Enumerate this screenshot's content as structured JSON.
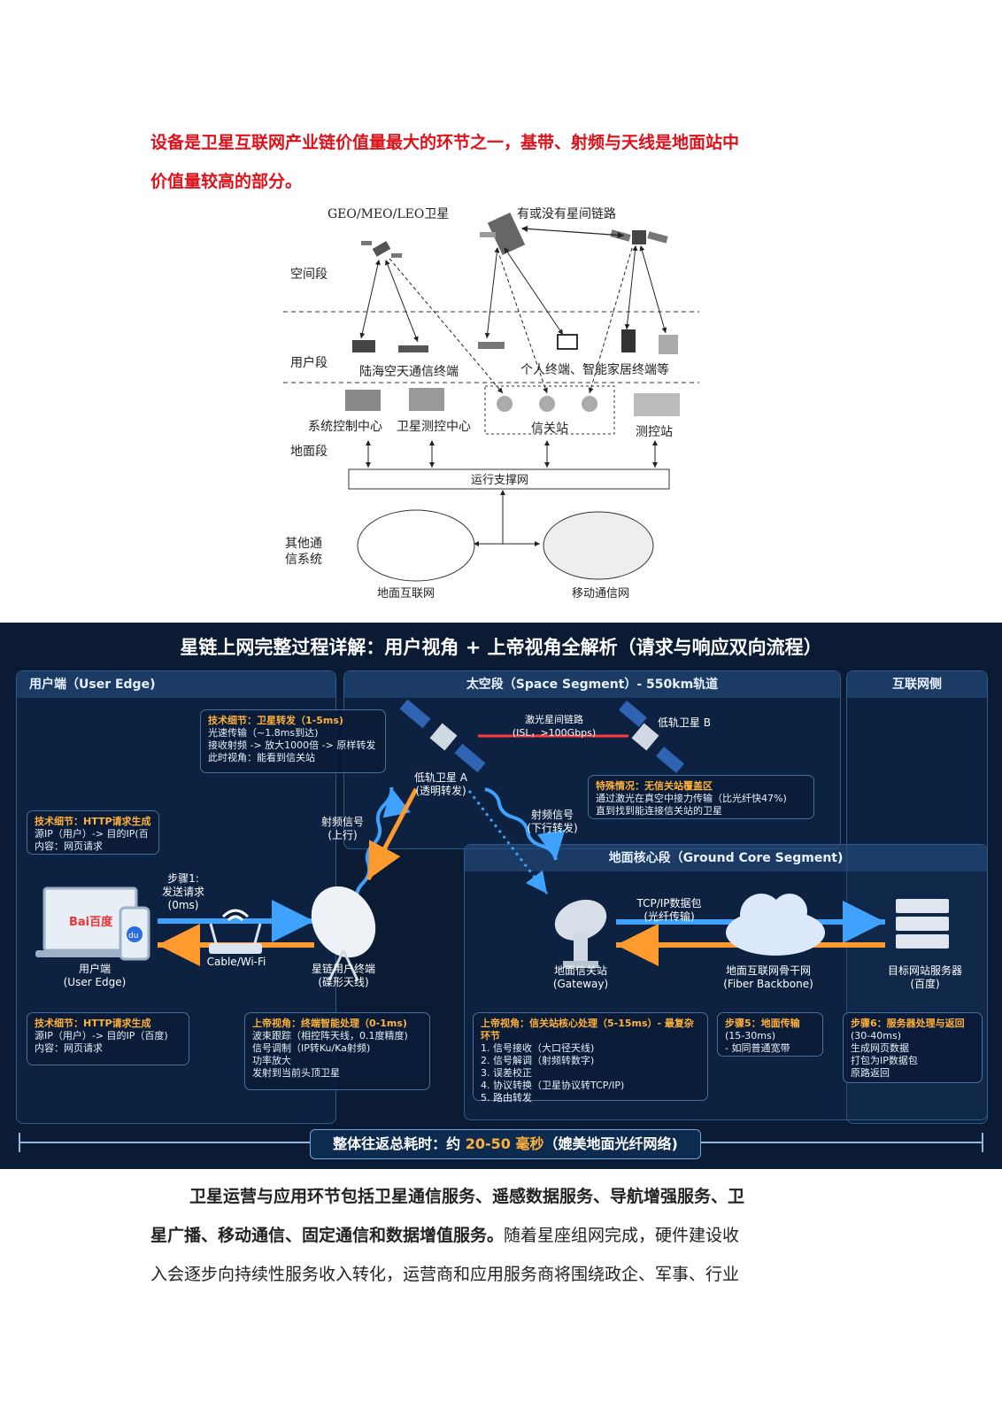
{
  "intro": {
    "line1": "设备是卫星互联网产业链价值量最大的环节之一，基带、射频与天线是地面站中",
    "line2": "价值量较高的部分。"
  },
  "diagram1": {
    "sat_title": "GEO/MEO/LEO卫星",
    "isl_label": "有或没有星间链路",
    "space": "空间段",
    "user": "用户段",
    "ground": "地面段",
    "terminals1": "陆海空天通信终端",
    "terminals2": "个人终端、智能家居终端等",
    "control": "系统控制中心",
    "tt": "卫星测控中心",
    "gateway": "信关站",
    "tracking": "测控站",
    "network": "运行支撑网",
    "other1": "其他通",
    "other2": "信系统",
    "internet": "地面互联网",
    "mobile": "移动通信网"
  },
  "panel": {
    "title": "星链上网完整过程详解：用户视角 + 上帝视角全解析（请求与响应双向流程）",
    "zones": {
      "user": "用户端（User Edge)",
      "space": "太空段（Space Segment）- 550km轨道",
      "internet": "互联网侧",
      "ground": "地面核心段（Ground Core Segment)"
    },
    "sat_a": {
      "l1": "低轨卫星 A",
      "l2": "(透明转发)"
    },
    "sat_b": "低轨卫星 B",
    "laser": {
      "l1": "激光星间链路",
      "l2": "(ISL，>100Gbps)"
    },
    "note_sat": {
      "h": "技术细节：卫星转发（1-5ms)",
      "l1": "光速传输（~1.8ms到达)",
      "l2": "接收射频 -> 放大1000倍 -> 原样转发",
      "l3": "此时视角：能看到信关站"
    },
    "note_special": {
      "h": "特殊情况：无信关站覆盖区",
      "l1": "通过激光在真空中接力传输（比光纤快47%)",
      "l2": "直到找到能连接信关站的卫星"
    },
    "note_http_top": {
      "h": "技术细节：HTTP请求生成",
      "l1": "源IP（用户）-> 目的IP(百",
      "l2": "内容：网页请求"
    },
    "rf_up": {
      "l1": "射频信号",
      "l2": "(上行)"
    },
    "rf_down": {
      "l1": "射频信号",
      "l2": "(下行转发)"
    },
    "step1": {
      "l1": "步骤1:",
      "l2": "发送请求",
      "l3": "(0ms)"
    },
    "laptop_logo": "Bai百度",
    "phone_logo": "du",
    "tcp": {
      "l1": "TCP/IP数据包",
      "l2": "(光纤传输)"
    },
    "user_label": {
      "l1": "用户端",
      "l2": "(User Edge)"
    },
    "router_label": "Cable/Wi-Fi",
    "dish_label": {
      "l1": "星链用户终端",
      "l2": "(碟形天线)"
    },
    "gw_label": {
      "l1": "地面信关站",
      "l2": "(Gateway)"
    },
    "fiber_label": {
      "l1": "地面互联网骨干网",
      "l2": "(Fiber Backbone)"
    },
    "server_label": {
      "l1": "目标网站服务器",
      "l2": "(百度)"
    },
    "note_http_bottom": {
      "h": "技术细节：HTTP请求生成",
      "l1": "源IP（用户）-> 目的IP（百度)",
      "l2": "内容：网页请求"
    },
    "note_terminal": {
      "h": "上帝视角：终端智能处理（0-1ms)",
      "l1": "波束跟踪（相控阵天线，0.1度精度)",
      "l2": "信号调制（IP转Ku/Ka射频)",
      "l3": "功率放大",
      "l4": "发射到当前头顶卫星"
    },
    "note_gateway": {
      "h": "上帝视角：信关站核心处理（5-15ms）- 最复杂环节",
      "l1": "1. 信号接收（大口径天线)",
      "l2": "2. 信号解调（射频转数字)",
      "l3": "3. 误差校正",
      "l4": "4. 协议转换（卫星协议转TCP/IP)",
      "l5": "5. 路由转发"
    },
    "note_step5": {
      "h": "步骤5：地面传输",
      "l1": "(15-30ms)",
      "l2": "- 如同普通宽带"
    },
    "note_step6": {
      "h": "步骤6：服务器处理与返回",
      "l1": "(30-40ms)",
      "l2": "生成网页数据",
      "l3": "打包为IP数据包",
      "l4": "原路返回"
    },
    "bar": {
      "pre": "整体往返总耗时：约 ",
      "hl": "20-50 毫秒",
      "post": "（媲美地面光纤网络)"
    }
  },
  "outro": {
    "l1a": "卫星运营与应用环节包括卫星通信服务、遥感数据服务、导航增强服务、卫",
    "l2a": "星广播、移动通信、固定通信和数据增值服务。",
    "l2b": "随着星座组网完成，硬件建设收",
    "l3": "入会逐步向持续性服务收入转化，运营商和应用服务商将围绕政企、军事、行业"
  }
}
